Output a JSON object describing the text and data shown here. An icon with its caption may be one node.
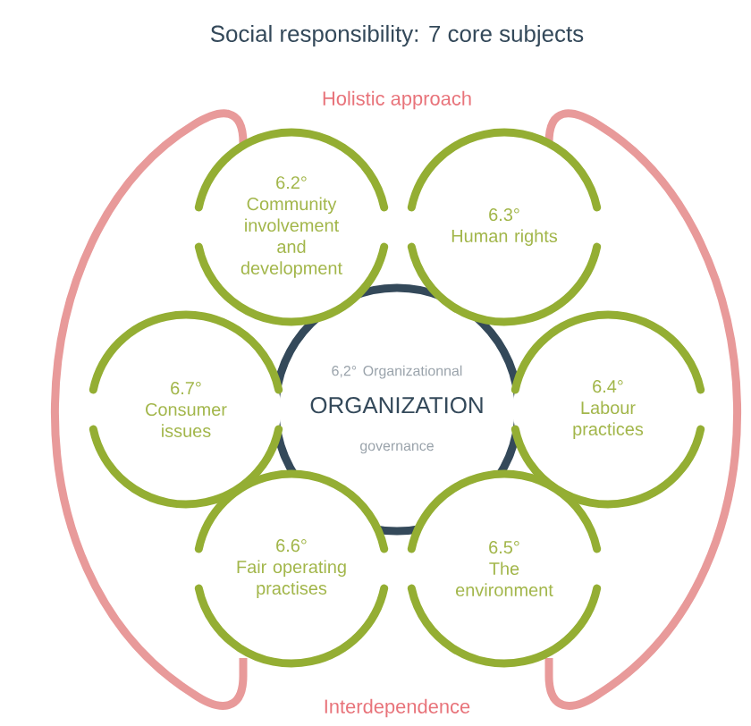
{
  "diagram": {
    "title": "Social responsibility: 7 core subjects",
    "nodes": [
      {
        "text": [
          "6.2°",
          "Community involvement and development"
        ]
      },
      {
        "text": [
          "6.3°",
          "Human rights"
        ]
      },
      {
        "text": [
          "6.7°",
          "Consumer issues"
        ]
      },
      {
        "text": [
          "6,2° Organizationnal",
          "ORGANIZATION",
          "governance"
        ]
      },
      {
        "text": [
          "6.4°",
          "Labour practices"
        ]
      },
      {
        "text": [
          "6.6°",
          "Fair operating practises"
        ]
      },
      {
        "text": [
          "6.5°",
          "The environment"
        ]
      }
    ],
    "labels": [
      "Holistic approach",
      "Interdependence"
    ]
  }
}
